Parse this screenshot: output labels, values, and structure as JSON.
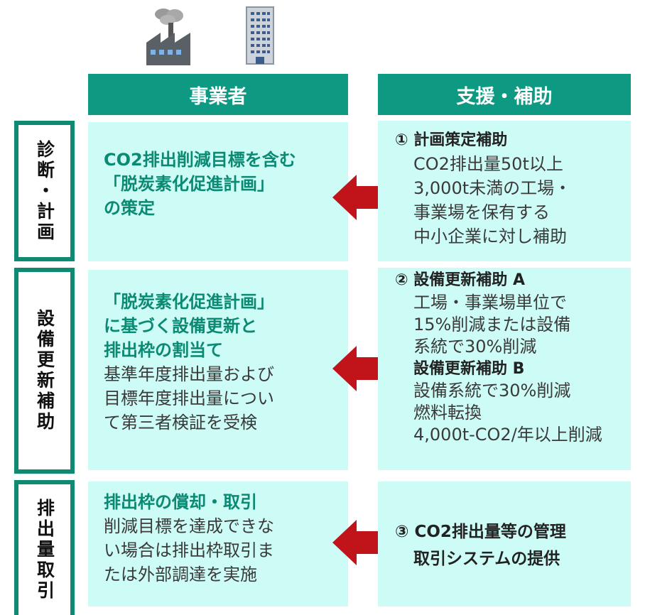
{
  "icons": {
    "factory": "factory-icon",
    "building": "office-building-icon"
  },
  "colors": {
    "header": "#0e9a82",
    "box": "#cdfbf6",
    "border": "#0e8a72",
    "arrow": "#c0141a",
    "accent_text": "#0b8a73"
  },
  "headers": {
    "left": "事業者",
    "right": "支援・補助"
  },
  "rows": [
    {
      "label": "診断・計画",
      "left_bold": [
        "CO2排出削減目標を含む",
        "「脱炭素化促進計画」",
        "の策定"
      ],
      "left_plain": [],
      "right_title": "① 計画策定補助",
      "right_lines": [
        "CO2排出量50t以上",
        "3,000t未満の工場・",
        "事業場を保有する",
        "中小企業に対し補助"
      ]
    },
    {
      "label": "設備更新補助",
      "left_bold": [
        "「脱炭素化促進計画」",
        "に基づく設備更新と",
        "排出枠の割当て"
      ],
      "left_plain": [
        "基準年度排出量および",
        "目標年度排出量につい",
        "て第三者検証を受検"
      ],
      "right_title": "② 設備更新補助 A",
      "right_lines": [
        "工場・事業場単位で",
        "15%削減または設備",
        "系統で30%削減"
      ],
      "right_title2": "設備更新補助 B",
      "right_lines2": [
        "設備系統で30%削減",
        "燃料転換",
        "4,000t-CO2/年以上削減"
      ]
    },
    {
      "label": "排出量取引",
      "left_bold": [
        "排出枠の償却・取引"
      ],
      "left_plain": [
        "削減目標を達成できな",
        "い場合は排出枠取引ま",
        "たは外部調達を実施"
      ],
      "right_title": "③ CO2排出量等の管理",
      "right_lines": [
        "取引システムの提供"
      ]
    }
  ]
}
